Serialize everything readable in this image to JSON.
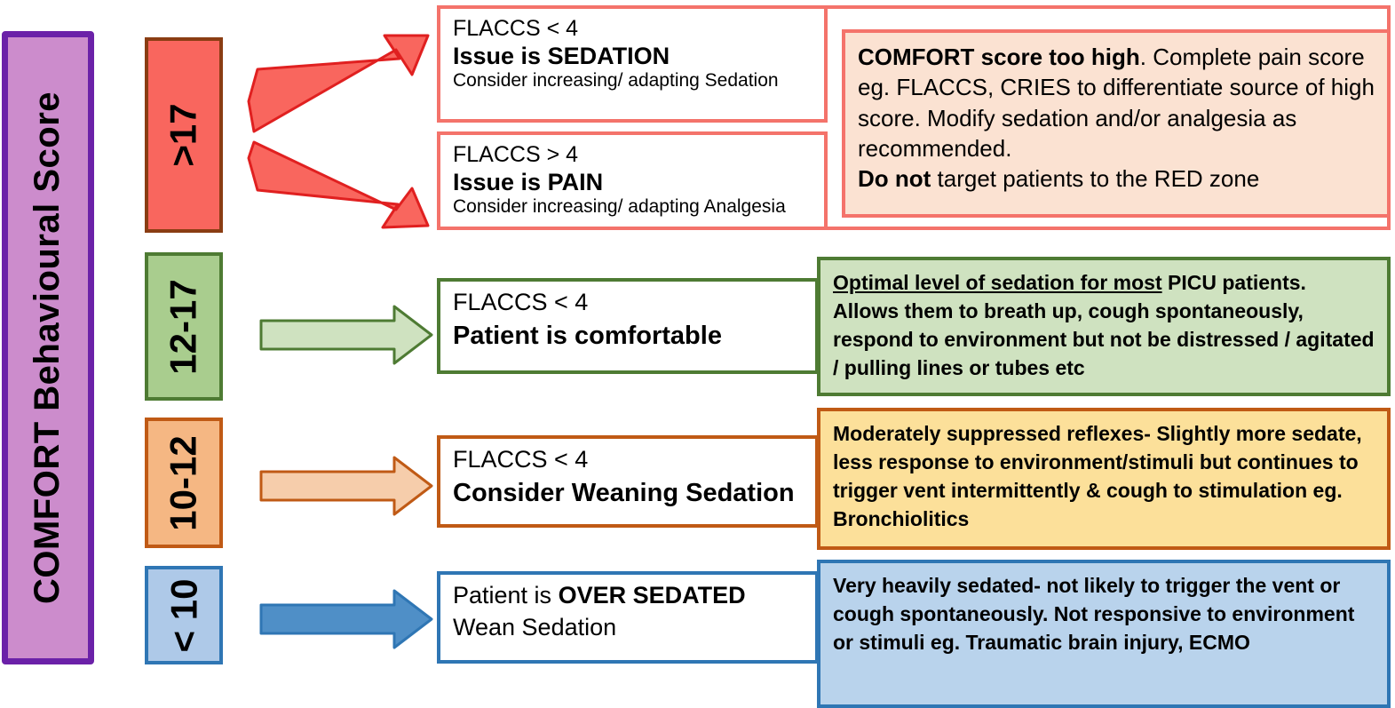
{
  "title": "COMFORT  Behavioural  Score",
  "colors": {
    "purple_fill": "#cc8ccc",
    "purple_border": "#6b21a8",
    "red_fill": "#f9665e",
    "red_border": "#8a3d13",
    "red_accent": "#f4736b",
    "peach_panel": "#fbe2d2",
    "green_fill": "#a9cd8e",
    "green_border": "#4e7b33",
    "green_panel": "#cfe2c0",
    "orange_fill": "#f5b783",
    "orange_border": "#c05a15",
    "amber_panel": "#fce09a",
    "blue_fill": "#aec9e8",
    "blue_border": "#2f76b4",
    "blue_panel": "#b9d3ec"
  },
  "score_chips": [
    {
      "label": ">17",
      "zone": "red"
    },
    {
      "label": "12-17",
      "zone": "green"
    },
    {
      "label": "10-12",
      "zone": "orange"
    },
    {
      "label": "< 10",
      "zone": "blue"
    }
  ],
  "actions": {
    "sedation": {
      "criterion": "FLACCS < 4",
      "headline": "Issue is SEDATION",
      "detail": "Consider increasing/ adapting Sedation"
    },
    "pain": {
      "criterion": "FLACCS > 4",
      "headline": "Issue is PAIN",
      "detail": "Consider increasing/ adapting Analgesia"
    },
    "comfortable": {
      "criterion": "FLACCS < 4",
      "headline": "Patient is comfortable"
    },
    "wean": {
      "criterion": "FLACCS < 4",
      "headline": "Consider Weaning Sedation"
    },
    "over_sedated": {
      "line1_prefix": "Patient is ",
      "line1_bold": "OVER SEDATED",
      "line2": "Wean Sedation"
    }
  },
  "panels": {
    "red": {
      "bold_lead": "COMFORT score too high",
      "body": ". Complete pain score eg. FLACCS, CRIES to differentiate source of high score. Modify sedation and/or analgesia as recommended.",
      "bold_warn": "Do not",
      "warn_rest": " target patients to the RED zone"
    },
    "green": {
      "underlined": "Optimal level of sedation for most",
      "rest": " PICU patients. Allows them to breath up, cough spontaneously, respond to environment but not be distressed / agitated / pulling lines or tubes etc"
    },
    "amber": {
      "text": "Moderately suppressed reflexes- Slightly more sedate, less response to environment/stimuli but continues to trigger vent intermittently & cough to stimulation eg. Bronchiolitics"
    },
    "blue": {
      "text": "Very heavily sedated- not likely to trigger the vent or cough spontaneously. Not responsive to environment or stimuli eg. Traumatic brain injury, ECMO"
    }
  },
  "arrows": [
    {
      "name": "arrow-red-up",
      "from": ">17",
      "to": "sedation",
      "direction": "up-right"
    },
    {
      "name": "arrow-red-down",
      "from": ">17",
      "to": "pain",
      "direction": "down-right"
    },
    {
      "name": "arrow-green",
      "from": "12-17",
      "to": "comfortable",
      "direction": "right"
    },
    {
      "name": "arrow-orange",
      "from": "10-12",
      "to": "wean",
      "direction": "right"
    },
    {
      "name": "arrow-blue",
      "from": "< 10",
      "to": "over_sedated",
      "direction": "right"
    }
  ]
}
